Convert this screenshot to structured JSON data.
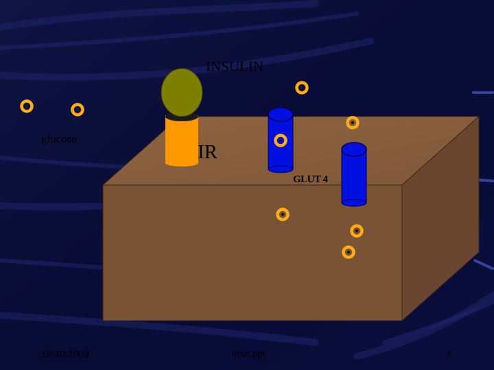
{
  "slide": {
    "labels": {
      "insulin": "INSULIN",
      "glucose": "glucose",
      "receptor": "IR",
      "transporter": "GLUT 4"
    },
    "footer": {
      "date": "15.10.2003",
      "filename": "inse.ppt",
      "page": "4"
    }
  },
  "colors": {
    "background": "#0a0d3a",
    "cell_front": "#7a5235",
    "cell_top": "#8c6440",
    "cell_side": "#6a4530",
    "insulin": "#7d7f00",
    "receptor": "#ff9900",
    "glut4": "#0010e0",
    "glucose_ring": "#ffae1a"
  },
  "icons": {
    "glucose": "glucose-molecule-icon",
    "insulin": "insulin-molecule-icon",
    "receptor": "insulin-receptor-cylinder",
    "glut4": "glut4-transporter-cylinder"
  }
}
